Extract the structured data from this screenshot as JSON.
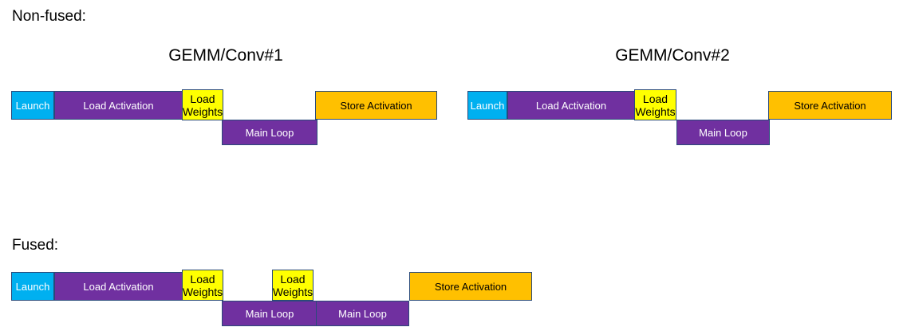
{
  "diagram": {
    "title_non_fused": "Non-fused:",
    "title_fused": "Fused:",
    "colors": {
      "launch": "#00B0F0",
      "load_activation": "#7030A0",
      "load_weights": "#FFFF00",
      "main_loop": "#7030A0",
      "store_activation": "#FFC000",
      "background": "#FFFFFF",
      "bar_border": "#2A4A7A",
      "text_dark": "#000000",
      "text_light": "#FFFFFF"
    },
    "group_titles": {
      "gemm1": "GEMM/Conv#1",
      "gemm2": "GEMM/Conv#2"
    },
    "non_fused": {
      "gemm1": {
        "launch": "Launch",
        "load_activation": "Load Activation",
        "load_weights": "Load\nWeights",
        "load_weights_line1": "Load",
        "load_weights_line2": "Weights",
        "main_loop": "Main Loop",
        "store_activation": "Store Activation"
      },
      "gemm2": {
        "launch": "Launch",
        "load_activation": "Load Activation",
        "load_weights_line1": "Load",
        "load_weights_line2": "Weights",
        "main_loop": "Main Loop",
        "store_activation": "Store Activation"
      }
    },
    "fused": {
      "launch": "Launch",
      "load_activation": "Load Activation",
      "load_weights_1_line1": "Load",
      "load_weights_1_line2": "Weights",
      "load_weights_2_line1": "Load",
      "load_weights_2_line2": "Weights",
      "main_loop_1": "Main Loop",
      "main_loop_2": "Main Loop",
      "store_activation": "Store Activation"
    }
  }
}
